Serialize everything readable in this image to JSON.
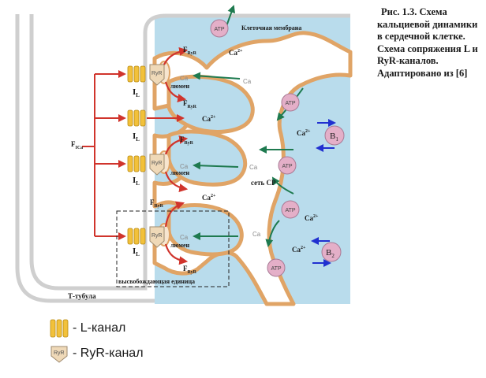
{
  "caption": {
    "line1": "Рис. 1.3. Схема",
    "rest": "кальциевой динамики в сердечной клетке. Схема сопряжения L и RyR-каналов. Адаптировано из [6]"
  },
  "labels": {
    "cell_membrane": "Клеточная мембрана",
    "t_tubule": "Т-тубула",
    "sr_network": "сеть СР",
    "release_unit": "высвобождающая единица",
    "lumen": "люмен",
    "ca": "Ca",
    "ca2": "Ca",
    "sup2plus": "2+",
    "atp": "ATP",
    "f": "F",
    "sub_ryr": "RyR",
    "i": "I",
    "sub_l": "L",
    "sub_ica": "ICa",
    "ryr_chip": "RyR",
    "b": "B",
    "sub_1": "1",
    "sub_2": "2"
  },
  "legend": {
    "l_channel": "- L-канал",
    "ryr_channel": "- RyR-канал"
  },
  "colors": {
    "cytosol": "#b9dcec",
    "sr": "#ffffff",
    "sr_membrane": "#e0a466",
    "tubule": "#d0d0d0",
    "red_arrow": "#d0342c",
    "green_arrow": "#1e7a4f",
    "blue_arrow": "#2030d0",
    "atp_fill": "#e4afc8",
    "l_channel": "#f2c13a",
    "ryr_fill": "#efd9b8"
  }
}
